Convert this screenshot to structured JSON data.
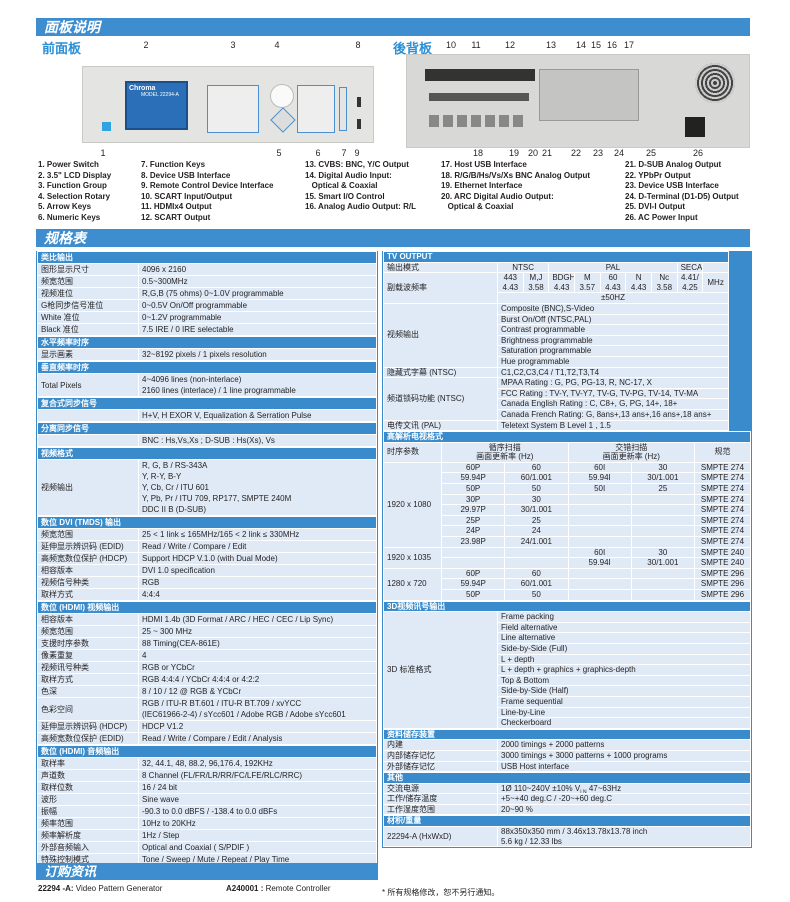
{
  "panel": {
    "title": "面板说明",
    "front_label": "前面板",
    "back_label": "後背板",
    "front_callouts_top": [
      "2",
      "3",
      "4",
      "8"
    ],
    "front_callouts_bottom": [
      "1",
      "5",
      "6",
      "7",
      "9"
    ],
    "back_callouts_top": [
      "10",
      "11",
      "12",
      "13",
      "14",
      "15",
      "16",
      "17"
    ],
    "back_callouts_bottom": [
      "18",
      "19",
      "20",
      "21",
      "22",
      "23",
      "24",
      "25",
      "26"
    ],
    "brand_logo": "Chroma",
    "model_text": "MODEL 22294-A",
    "legend": [
      [
        "1. Power Switch",
        "2. 3.5\" LCD Display",
        "3. Function Group",
        "4. Selection Rotary",
        "5. Arrow Keys",
        "6. Numeric Keys"
      ],
      [
        "7. Function Keys",
        "8. Device USB Interface",
        "9. Remote Control Device Interface",
        "10. SCART Input/Output",
        "11. HDMIx4 Output",
        "12. SCART Output"
      ],
      [
        "13. CVBS: BNC, Y/C Output",
        "14. Digital Audio Input:",
        "   Optical & Coaxial",
        "15. Smart I/O Control",
        "16. Analog Audio Output: R/L"
      ],
      [
        "17. Host USB Interface",
        "18. R/G/B/Hs/Vs/Xs BNC Analog Output",
        "19. Ethernet Interface",
        "20. ARC Digital Audio Output:",
        "   Optical & Coaxial"
      ],
      [
        "21. D-SUB Analog Output",
        "22. YPbPr Output",
        "23. Device USB Interface",
        "24. D-Terminal (D1-D5) Output",
        "25. DVI-I Output",
        "26. AC Power Input"
      ]
    ]
  },
  "spec_title": "规格表",
  "left_sections": [
    {
      "title": "类比输出",
      "rows": [
        [
          "图形显示尺寸",
          [
            "4096 x 2160"
          ]
        ],
        [
          "频宽范围",
          [
            "0.5~300MHz"
          ]
        ],
        [
          "视频准位",
          [
            "R,G,B (75 ohms) 0~1.0V programmable"
          ]
        ],
        [
          "G枪同步信号准位",
          [
            "0~0.5V On/Off programmable"
          ]
        ],
        [
          "White 准位",
          [
            "0~1.2V programmable"
          ]
        ],
        [
          "Black 准位",
          [
            "7.5 IRE / 0 IRE selectable"
          ]
        ]
      ]
    },
    {
      "title": "水平频率时序",
      "rows": [
        [
          "显示画素",
          [
            "32~8192 pixels / 1 pixels resolution"
          ]
        ]
      ]
    },
    {
      "title": "垂直频率时序",
      "rows": [
        [
          "Total Pixels",
          [
            "4~4096 lines (non-interlace)",
            "2160 lines (interlace) / 1 line programmable"
          ]
        ]
      ]
    },
    {
      "title": "复合式同步信号",
      "rows": [
        [
          "",
          [
            "H+V, H EXOR V, Equalization & Serration Pulse"
          ]
        ]
      ]
    },
    {
      "title": "分离同步信号",
      "rows": [
        [
          "",
          [
            "BNC : Hs,Vs,Xs ; D-SUB : Hs(Xs), Vs"
          ]
        ]
      ]
    },
    {
      "title": "视频格式",
      "rows": [
        [
          "视频输出",
          [
            "R, G, B  / RS-343A",
            "Y, R-Y, B-Y",
            "Y, Cb, Cr / ITU 601",
            "Y, Pb, Pr / ITU 709, RP177, SMPTE 240M",
            "DDC II B (D-SUB)"
          ]
        ]
      ]
    },
    {
      "title": "数位 DVI (TMDS) 输出",
      "rows": [
        [
          "频宽范围",
          [
            "25 < 1 link ≤ 165MHz/165 < 2 link ≤ 330MHz"
          ]
        ],
        [
          "延伸显示辨识码 (EDID)",
          [
            "Read / Write / Compare / Edit"
          ]
        ],
        [
          "高频宽数位保护 (HDCP)",
          [
            "Support HDCP V.1.0 (with Dual Mode)"
          ]
        ],
        [
          "相容版本",
          [
            "DVI 1.0 specification"
          ]
        ],
        [
          "视频信号种类",
          [
            "RGB"
          ]
        ],
        [
          "取样方式",
          [
            "4:4:4"
          ]
        ]
      ]
    },
    {
      "title": "数位 (HDMI) 视频输出",
      "rows": [
        [
          "相容版本",
          [
            "HDMI 1.4b (3D Format / ARC / HEC / CEC / Lip Sync)"
          ]
        ],
        [
          "频宽范围",
          [
            "25 ~ 300 MHz"
          ]
        ],
        [
          "支援时序参数",
          [
            "88 Timing(CEA-861E)"
          ]
        ],
        [
          "像素重复",
          [
            "4"
          ]
        ],
        [
          "视频讯号种类",
          [
            "RGB or YCbCr"
          ]
        ],
        [
          "取样方式",
          [
            "RGB 4:4:4 / YCbCr  4:4:4 or 4:2:2"
          ]
        ],
        [
          "色深",
          [
            "8 / 10 / 12 @ RGB & YCbCr"
          ]
        ],
        [
          "色彩空间",
          [
            "RGB / ITU-R BT.601 / ITU-R BT.709 / xvYCC",
            "(IEC61966-2-4) / sYcc601 / Adobe RGB / Adobe sYcc601"
          ]
        ],
        [
          "延伸显示辨识码 (HDCP)",
          [
            "HDCP V1.2"
          ]
        ],
        [
          "高频宽数位保护 (EDID)",
          [
            "Read / Write / Compare / Edit / Analysis"
          ]
        ]
      ]
    },
    {
      "title": "数位 (HDMI) 音频输出",
      "rows": [
        [
          "取样率",
          [
            "32, 44.1, 48, 88.2, 96,176.4, 192KHz"
          ]
        ],
        [
          "声道数",
          [
            "8 Channel (FL/FR/LR/RR/FC/LFE/RLC/RRC)"
          ]
        ],
        [
          "取样位数",
          [
            "16 / 24 bit"
          ]
        ],
        [
          "波形",
          [
            "Sine wave"
          ]
        ],
        [
          "振幅",
          [
            "-90.3 to 0.0 dBFS / -138.4 to 0.0 dBFs"
          ]
        ],
        [
          "频率范围",
          [
            "10Hz to 20KHz"
          ]
        ],
        [
          "频率解析度",
          [
            "1Hz / Step"
          ]
        ],
        [
          "外部音频输入",
          [
            "Optical and Coaxial ( S/PDIF )"
          ]
        ],
        [
          "特殊控制模式",
          [
            "Tone / Sweep / Mute / Repeat / Play Time"
          ]
        ]
      ]
    }
  ],
  "tv_output": {
    "title": "TV OUTPUT",
    "mode_label": "输出模式",
    "standards": [
      [
        "NTSC",
        2
      ],
      [
        "PAL",
        5
      ],
      [
        "SECAM",
        1
      ],
      [
        "",
        1
      ]
    ],
    "subcarrier_label": "副载波频率",
    "subcarriers": [
      [
        "443",
        "4.43"
      ],
      [
        "M,J",
        "3.58"
      ],
      [
        "BDGHI",
        "4.43"
      ],
      [
        "M",
        "3.57"
      ],
      [
        "60",
        "4.43"
      ],
      [
        "N",
        "4.43"
      ],
      [
        "Nc",
        "3.58"
      ],
      [
        "4.41/",
        "4.25"
      ]
    ],
    "unit": "MHz",
    "tolerance": "±50HZ",
    "video_label": "视频输出",
    "video_items": [
      "Composite (BNC),S-Video",
      "Burst On/Off (NTSC,PAL)",
      "Contrast programmable",
      "Brightness programmable",
      "Saturation programmable",
      "Hue programmable"
    ],
    "cc_label": "隐藏式字幕 (NTSC)",
    "cc_value": "C1,C2,C3,C4 / T1,T2,T3,T4",
    "lock_label": "频道锁码功能 (NTSC)",
    "lock_items": [
      "MPAA Rating : G, PG, PG-13, R, NC-17, X",
      "FCC Rating : TV-Y, TV-Y7, TV-G, TV-PG, TV-14, TV-MA",
      "Canada English Rating : C, C8+, G, PG, 14+, 18+",
      "Canada French Rating: G, 8ans+,13 ans+,16 ans+,18 ans+"
    ],
    "teletext_label": "电传文讯 (PAL)",
    "teletext_value": "Teletext System B Level 1 , 1.5"
  },
  "hdtv": {
    "title": "高解析电视格式",
    "timing_label": "时序参数",
    "progressive": "循序扫描",
    "interlaced": "交错扫描",
    "refresh": "画面更新率 (Hz)",
    "spec": "规范",
    "groups": [
      {
        "res": "1920 x 1080",
        "rows": [
          [
            "60P",
            "60",
            "60I",
            "30",
            "SMPTE 274"
          ],
          [
            "59.94P",
            "60/1.001",
            "59.94I",
            "30/1.001",
            "SMPTE 274"
          ],
          [
            "50P",
            "50",
            "50I",
            "25",
            "SMPTE 274"
          ],
          [
            "30P",
            "30",
            "",
            "",
            "SMPTE 274"
          ],
          [
            "29.97P",
            "30/1.001",
            "",
            "",
            "SMPTE 274"
          ],
          [
            "25P",
            "25",
            "",
            "",
            "SMPTE 274"
          ],
          [
            "24P",
            "24",
            "",
            "",
            "SMPTE 274"
          ],
          [
            "23.98P",
            "24/1.001",
            "",
            "",
            "SMPTE 274"
          ]
        ]
      },
      {
        "res": "1920 x 1035",
        "rows": [
          [
            "",
            "",
            "60I",
            "30",
            "SMPTE 240"
          ],
          [
            "",
            "",
            "59.94I",
            "30/1.001",
            "SMPTE 240"
          ]
        ]
      },
      {
        "res": "1280 x 720",
        "rows": [
          [
            "60P",
            "60",
            "",
            "",
            "SMPTE 296"
          ],
          [
            "59.94P",
            "60/1.001",
            "",
            "",
            "SMPTE 296"
          ],
          [
            "50P",
            "50",
            "",
            "",
            "SMPTE 296"
          ]
        ]
      }
    ]
  },
  "right_sections": [
    {
      "title": "3D视频讯号输出",
      "rows": [
        [
          "3D 标准格式",
          [
            "Frame packing",
            "Field alternative",
            "Line alternative",
            "Side-by-Side (Full)",
            "L + depth",
            "L + depth + graphics + graphics-depth",
            "Top & Bottom",
            "Side-by-Side (Half)",
            "Frame sequential",
            "Line-by-Line",
            "Checkerboard"
          ]
        ]
      ],
      "split": true
    },
    {
      "title": "资料储存装置",
      "rows": [
        [
          "内建",
          [
            "2000 timings + 2000 patterns"
          ]
        ],
        [
          "内部储存记忆",
          [
            "3000 timings + 3000 patterns + 1000 programs"
          ]
        ],
        [
          "外部储存记忆",
          [
            "USB Host interface"
          ]
        ]
      ]
    },
    {
      "title": "其他",
      "rows": [
        [
          "交流电源",
          [
            "1Ø 110~240V ±10% V<sub>LN</sub> 47~63Hz"
          ]
        ],
        [
          "工作/储存温度",
          [
            "+5~+40 deg.C / -20~+60 deg.C"
          ]
        ],
        [
          "工作湿度范围",
          [
            "20~90 %"
          ]
        ]
      ]
    },
    {
      "title": "材积/重量",
      "rows": [
        [
          "22294-A (HxWxD)",
          [
            "88x350x350 mm / 3.46x13.78x13.78 inch",
            "5.6 kg / 12.33 lbs"
          ]
        ]
      ]
    }
  ],
  "footnote": "* 所有规格修改，恕不另行通知。",
  "ordering": {
    "title": "订购资讯",
    "items": [
      {
        "code": "22294 -A:",
        "desc": " Video Pattern Generator"
      },
      {
        "code": "A240001 :",
        "desc": " Remote Controller"
      }
    ]
  }
}
